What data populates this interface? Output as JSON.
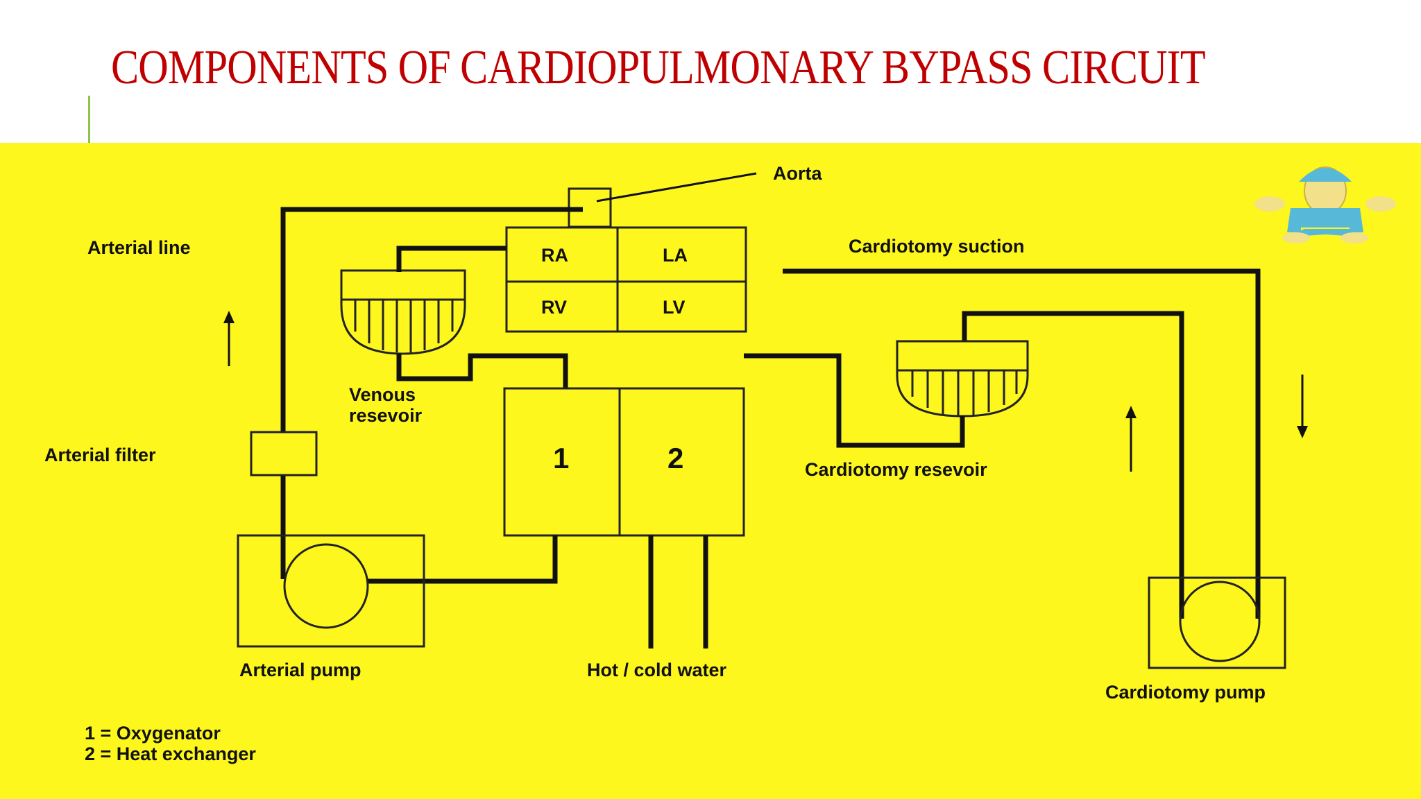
{
  "slide": {
    "title": "COMPONENTS OF CARDIOPULMONARY BYPASS CIRCUIT"
  },
  "diagram": {
    "labels": {
      "aorta": "Aorta",
      "arterial_line": "Arterial line",
      "cardiotomy_suction": "Cardiotomy suction",
      "venous_reservoir_1": "Venous",
      "venous_reservoir_2": "resevoir",
      "arterial_filter": "Arterial filter",
      "cardiotomy_reservoir": "Cardiotomy resevoir",
      "arterial_pump": "Arterial pump",
      "hot_cold_water": "Hot / cold water",
      "cardiotomy_pump": "Cardiotomy pump",
      "legend_1": "1 = Oxygenator",
      "legend_2": "2 = Heat exchanger"
    },
    "heart_chambers": [
      "RA",
      "LA",
      "RV",
      "LV"
    ],
    "units": [
      "1",
      "2"
    ],
    "colors": {
      "background": "#fdf71e",
      "title": "#c00000",
      "accent": "#8fc34a"
    }
  }
}
